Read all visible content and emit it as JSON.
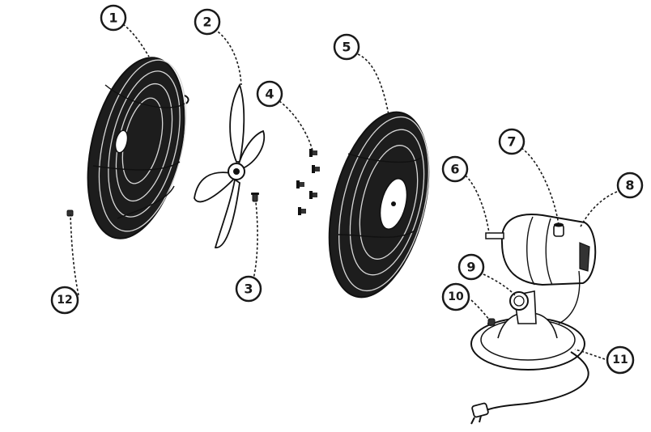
{
  "callouts": [
    {
      "id": "1",
      "part": "front-grille"
    },
    {
      "id": "2",
      "part": "fan-blade"
    },
    {
      "id": "3",
      "part": "blade-screw"
    },
    {
      "id": "4",
      "part": "grille-screws"
    },
    {
      "id": "5",
      "part": "rear-grille"
    },
    {
      "id": "6",
      "part": "motor-shaft"
    },
    {
      "id": "7",
      "part": "oscillation-knob"
    },
    {
      "id": "8",
      "part": "motor-housing"
    },
    {
      "id": "9",
      "part": "tilt-knob"
    },
    {
      "id": "10",
      "part": "speed-switch"
    },
    {
      "id": "11",
      "part": "base-power-cord"
    },
    {
      "id": "12",
      "part": "grille-clip-screw"
    }
  ]
}
